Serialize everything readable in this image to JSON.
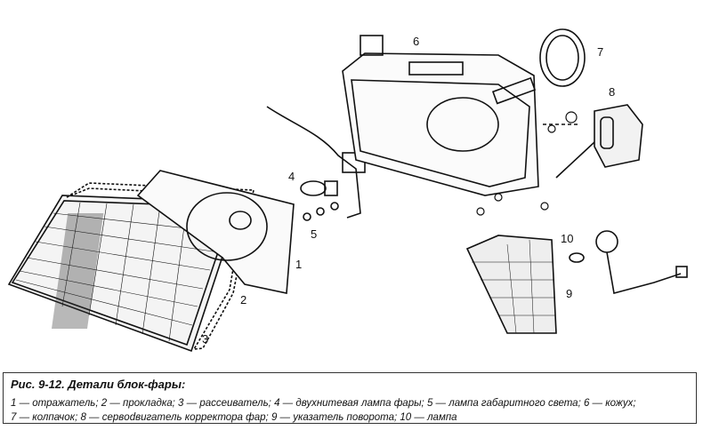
{
  "figure": {
    "callouts": [
      "1",
      "2",
      "3",
      "4",
      "5",
      "6",
      "7",
      "8",
      "9",
      "10"
    ],
    "caption_title": "Рис. 9-12. Детали блок-фары:",
    "caption_line1": "1 — отражатель; 2 — прокладка; 3 — рассеиватель; 4 — двухнитевая лампа фары; 5 — лампа габаритного света; 6 — кожух;",
    "caption_line2": "7 — колпачок; 8 — сервodвигатель корректора фар; 9 — указатель поворота; 10 — лампа"
  }
}
